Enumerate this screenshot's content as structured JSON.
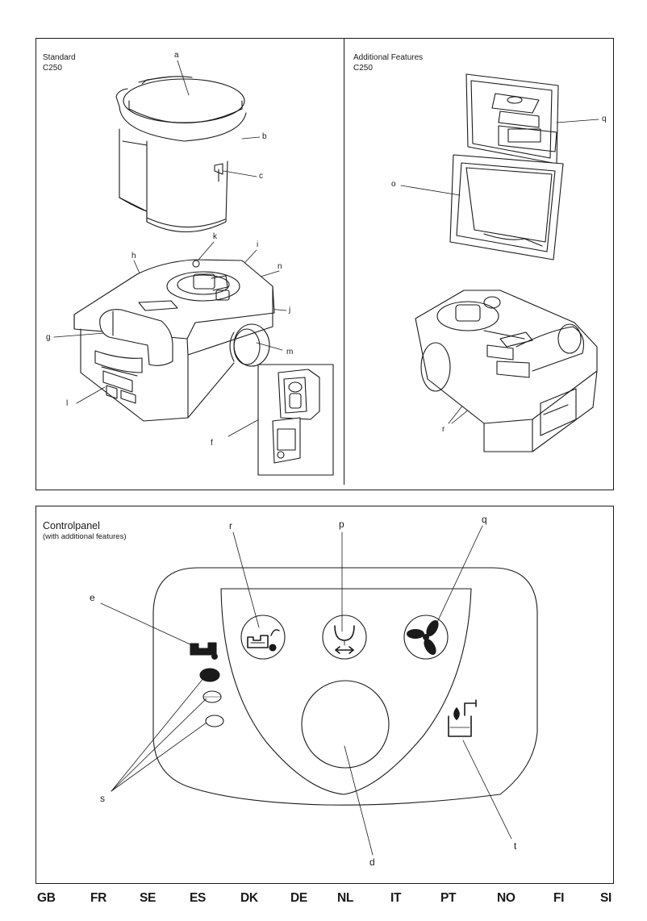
{
  "sections": {
    "standard": {
      "title": "Standard",
      "model": "C250"
    },
    "additional": {
      "title": "Additional Features",
      "model": "C250"
    },
    "controlpanel": {
      "title": "Controlpanel",
      "subtitle": "(with additional features)"
    }
  },
  "callouts": {
    "a": "a",
    "b": "b",
    "c": "c",
    "k": "k",
    "i": "i",
    "h": "h",
    "n": "n",
    "j": "j",
    "g": "g",
    "m": "m",
    "l": "l",
    "f": "f",
    "q": "q",
    "o": "o",
    "r": "r",
    "cp_r": "r",
    "cp_p": "p",
    "cp_q": "q",
    "cp_e": "e",
    "cp_s": "s",
    "cp_t": "t",
    "cp_d": "d"
  },
  "icons": {
    "level_indicator": "tank-level-icon",
    "ventilator": "fan-icon",
    "flush_direction": "flush-direction-icon",
    "water_tap": "water-tap-icon",
    "flush_button": "flush-button"
  },
  "languages": [
    "GB",
    "FR",
    "SE",
    "ES",
    "DK",
    "DE",
    "NL",
    "IT",
    "PT",
    "NO",
    "FI",
    "SI"
  ]
}
